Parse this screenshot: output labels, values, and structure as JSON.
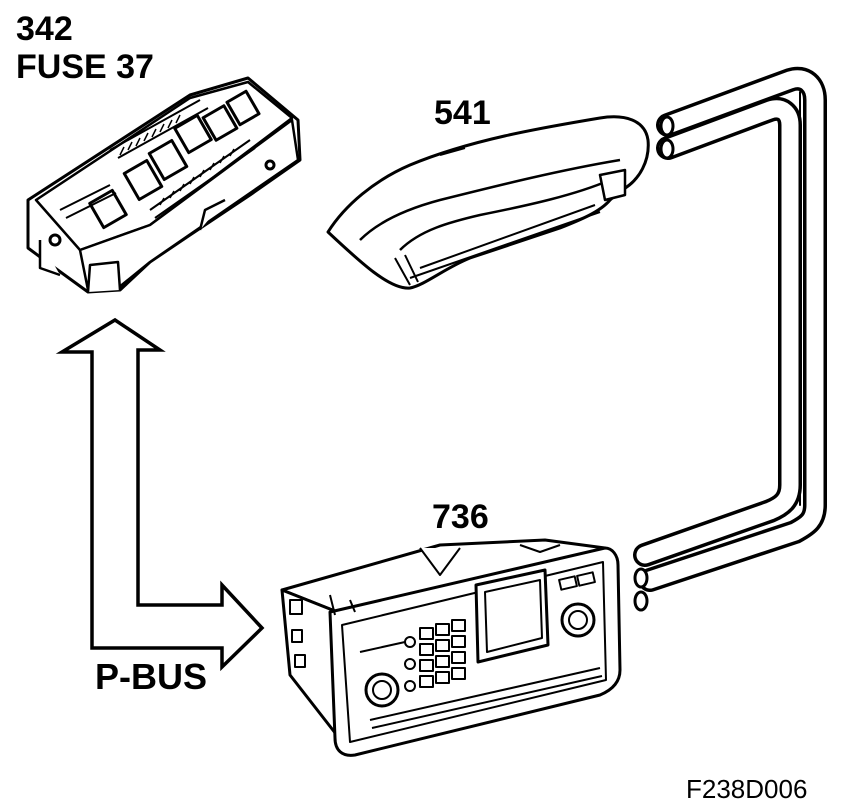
{
  "labels": {
    "module_number": "342",
    "fuse": "FUSE 37",
    "part_541": "541",
    "part_736": "736",
    "bus": "P-BUS",
    "figure_id": "F238D006"
  }
}
